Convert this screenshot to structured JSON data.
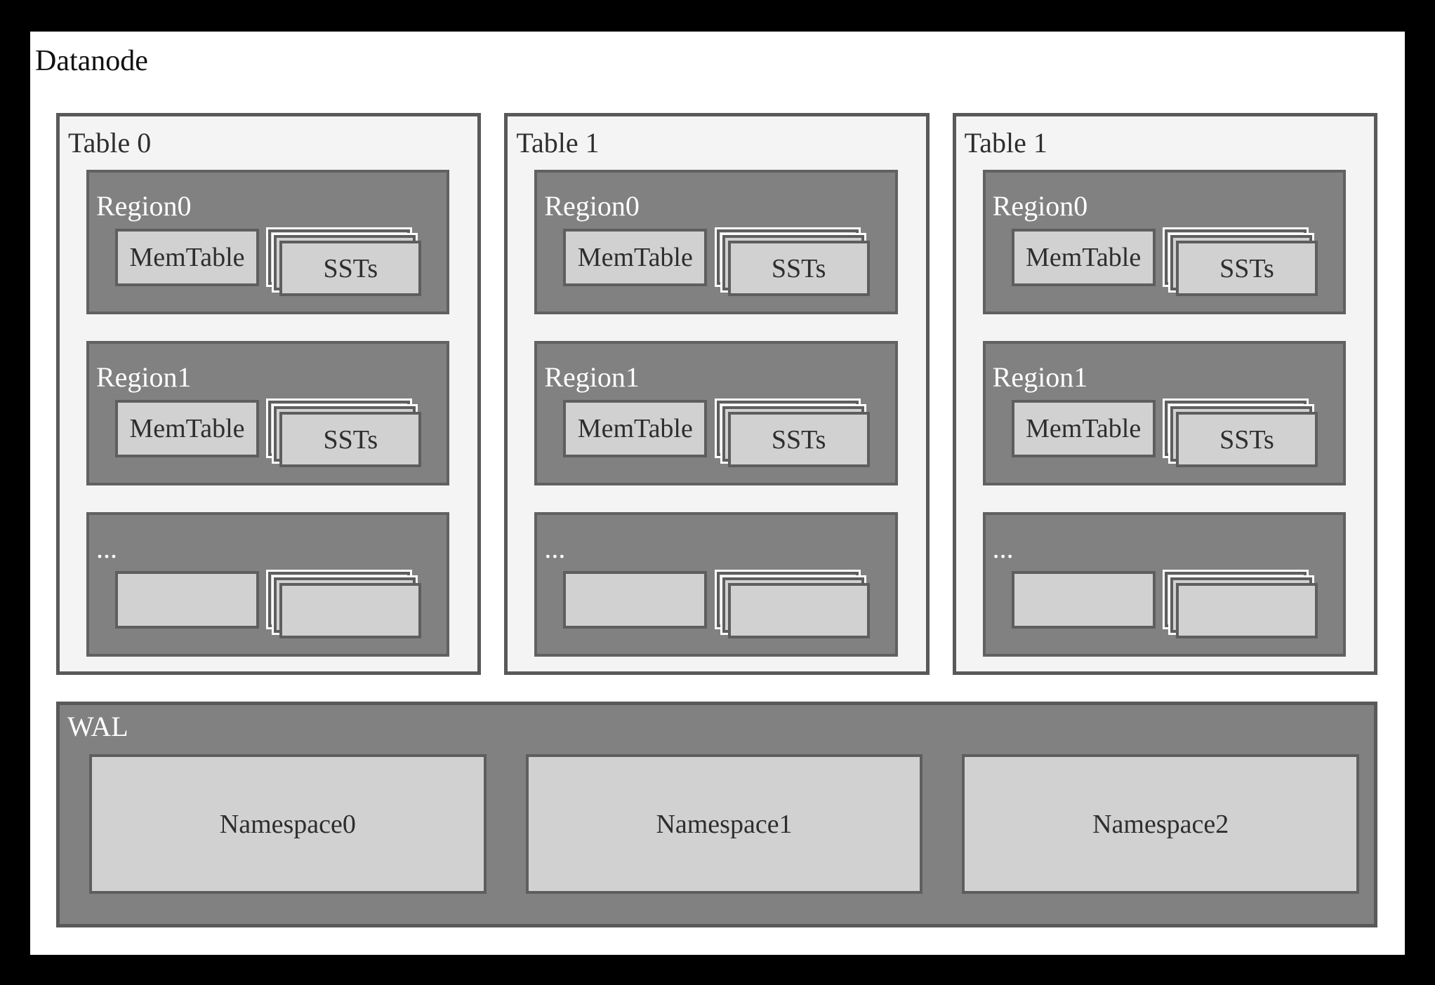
{
  "title": "Datanode",
  "tables": [
    {
      "label": "Table 0",
      "regions": [
        {
          "label": "Region0",
          "memtable": "MemTable",
          "ssts": "SSTs"
        },
        {
          "label": "Region1",
          "memtable": "MemTable",
          "ssts": "SSTs"
        },
        {
          "label": "...",
          "memtable": "",
          "ssts": ""
        }
      ]
    },
    {
      "label": "Table 1",
      "regions": [
        {
          "label": "Region0",
          "memtable": "MemTable",
          "ssts": "SSTs"
        },
        {
          "label": "Region1",
          "memtable": "MemTable",
          "ssts": "SSTs"
        },
        {
          "label": "...",
          "memtable": "",
          "ssts": ""
        }
      ]
    },
    {
      "label": "Table 1",
      "regions": [
        {
          "label": "Region0",
          "memtable": "MemTable",
          "ssts": "SSTs"
        },
        {
          "label": "Region1",
          "memtable": "MemTable",
          "ssts": "SSTs"
        },
        {
          "label": "...",
          "memtable": "",
          "ssts": ""
        }
      ]
    }
  ],
  "wal": {
    "label": "WAL",
    "namespaces": [
      {
        "label": "Namespace0"
      },
      {
        "label": "Namespace1"
      },
      {
        "label": "Namespace2"
      }
    ]
  },
  "colors": {
    "frame": "#000000",
    "page_background": "#ffffff",
    "table_background": "#f4f4f4",
    "region_background": "#818181",
    "light_box_background": "#d1d1d1",
    "border_dark": "#595959",
    "text_dark": "#2e2e2e",
    "text_light": "#ffffff"
  }
}
